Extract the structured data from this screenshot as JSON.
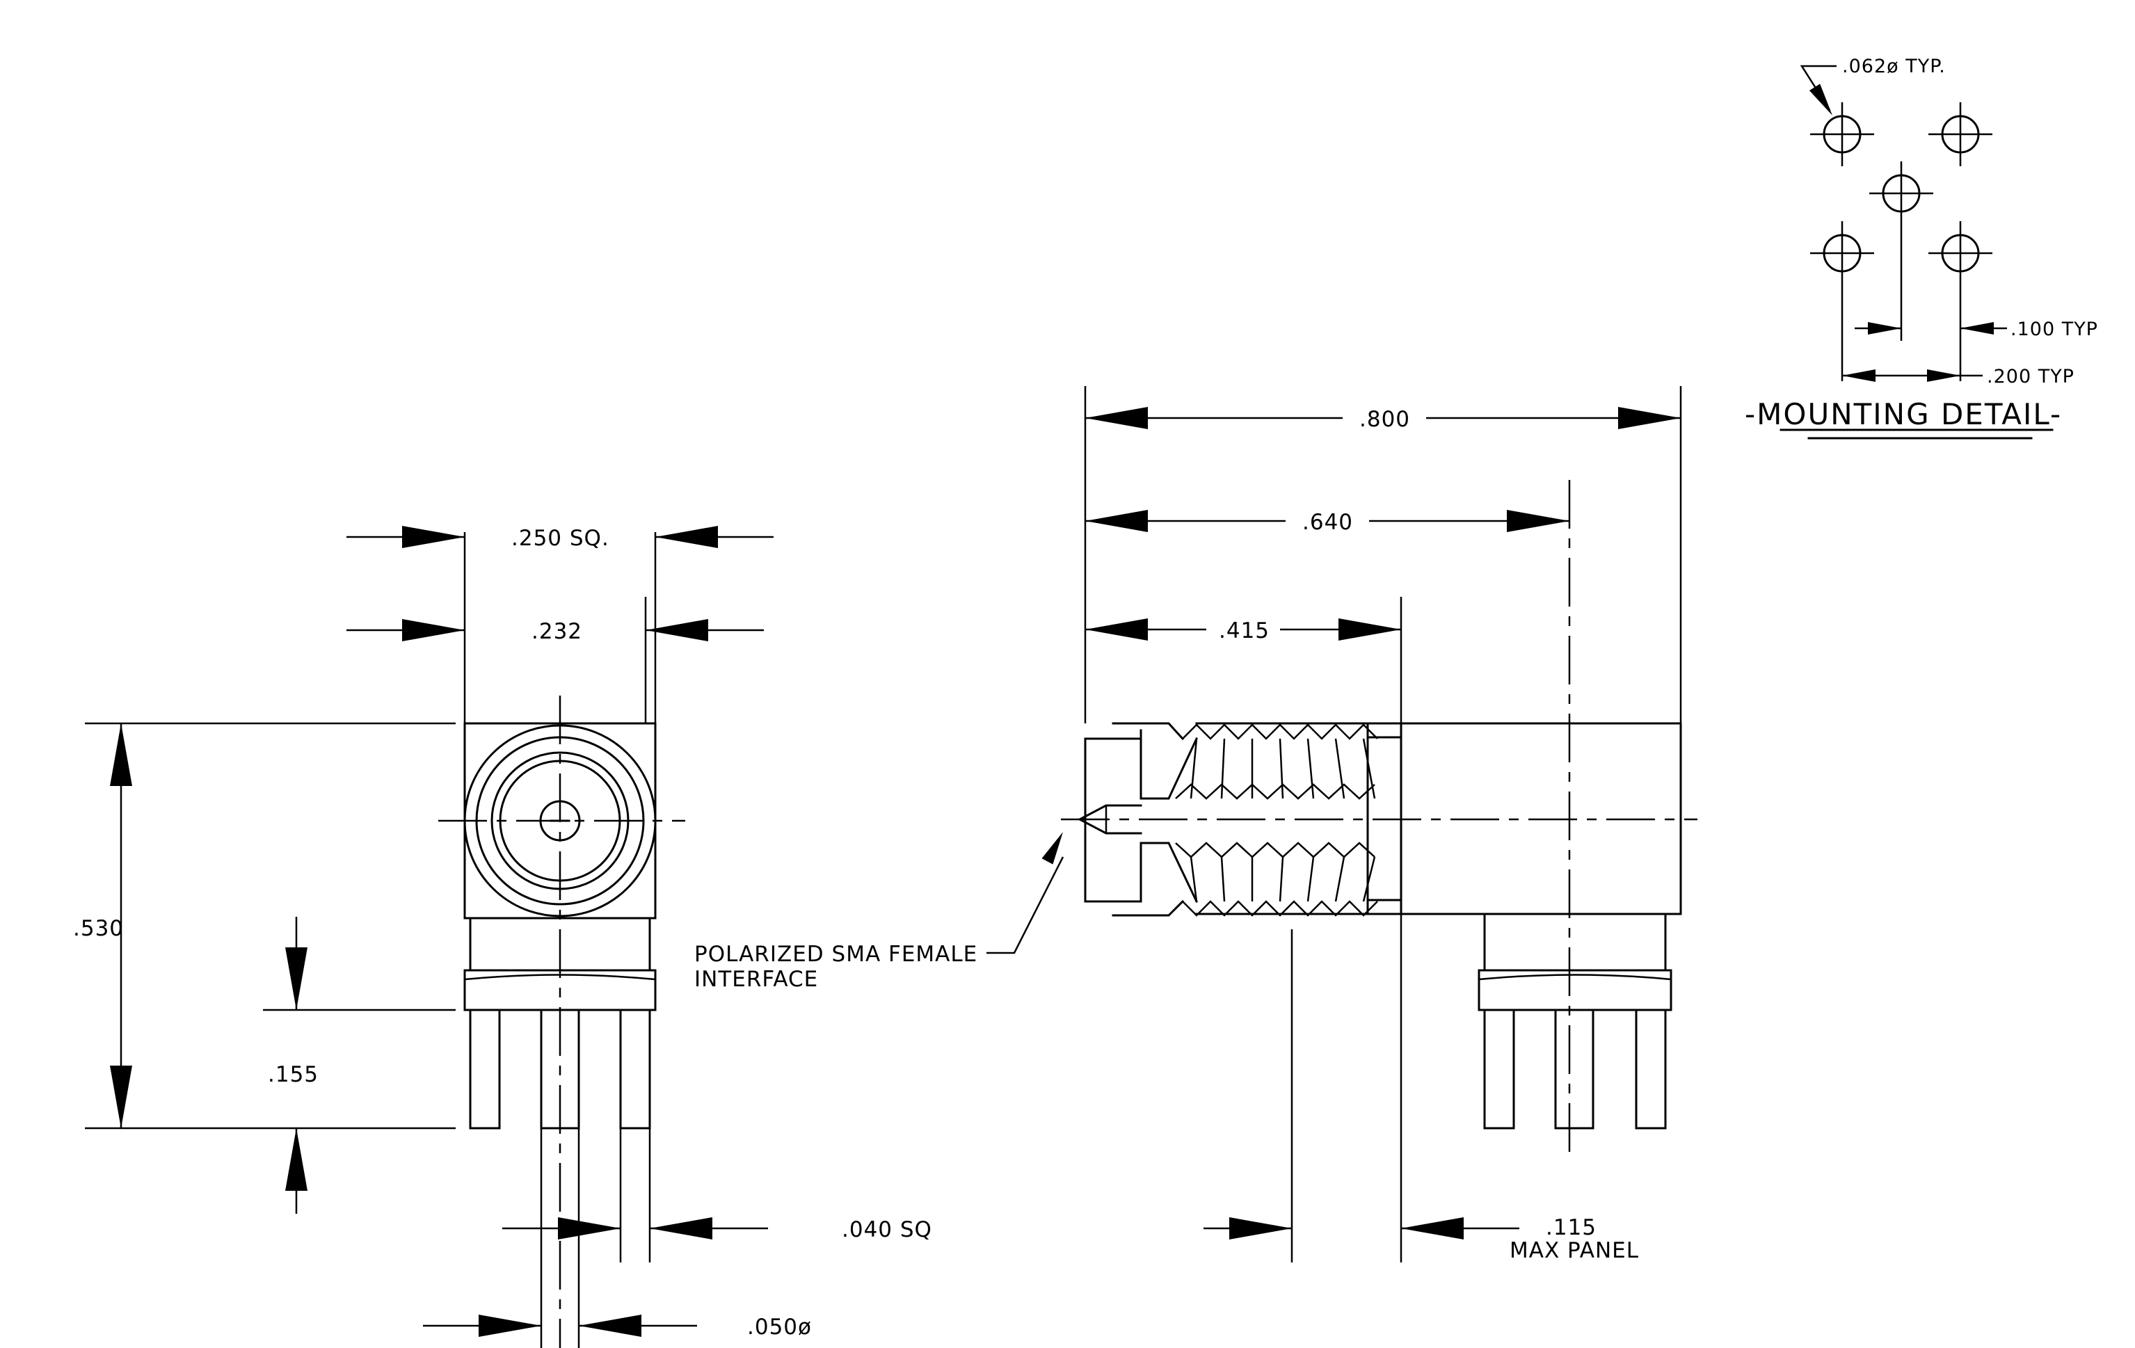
{
  "dimensions": {
    "width_250": ".250  SQ.",
    "width_232": ".232",
    "height_530": ".530",
    "height_155": ".155",
    "pin_040": ".040  SQ",
    "pin_050": ".050ø",
    "length_800": ".800",
    "length_640": ".640",
    "length_415": ".415",
    "panel_115": ".115",
    "panel_115_note": "MAX  PANEL"
  },
  "callout": {
    "line1": "POLARIZED  SMA  FEMALE",
    "line2": "INTERFACE"
  },
  "mounting_detail": {
    "title": "-MOUNTING  DETAIL-",
    "hole_dia": ".062ø  TYP.",
    "spacing_100": ".100  TYP",
    "spacing_200": ".200  TYP"
  }
}
